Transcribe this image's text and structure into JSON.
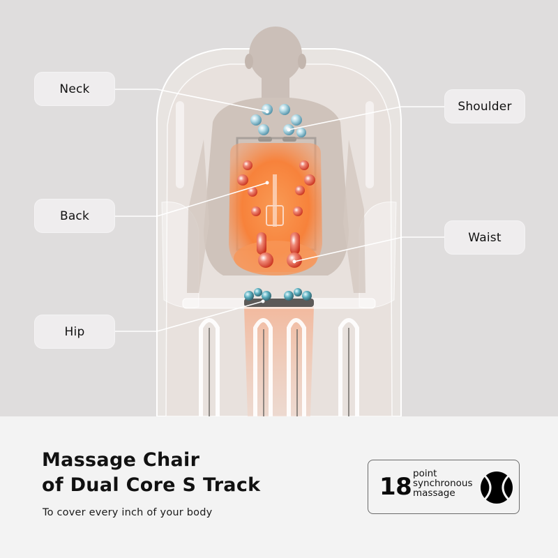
{
  "callouts": [
    {
      "id": "neck",
      "label": "Neck"
    },
    {
      "id": "shoulder",
      "label": "Shoulder"
    },
    {
      "id": "back",
      "label": "Back"
    },
    {
      "id": "waist",
      "label": "Waist"
    },
    {
      "id": "hip",
      "label": "Hip"
    }
  ],
  "product": {
    "title_line1": "Massage Chair",
    "title_line2": "of Dual Core S Track",
    "subtitle": "To cover every inch of your body"
  },
  "badge": {
    "number": "18",
    "line1": "point",
    "line2": "synchronous",
    "line3": "massage",
    "icon": "synchronous-massage-icon"
  },
  "colors": {
    "hero_bg": "#dfdddd",
    "panel_bg": "#f3f3f3",
    "heat_orange": "#f7843f",
    "roller_red": "#e0442c",
    "roller_blue": "#8ec3d6",
    "text": "#111111"
  }
}
